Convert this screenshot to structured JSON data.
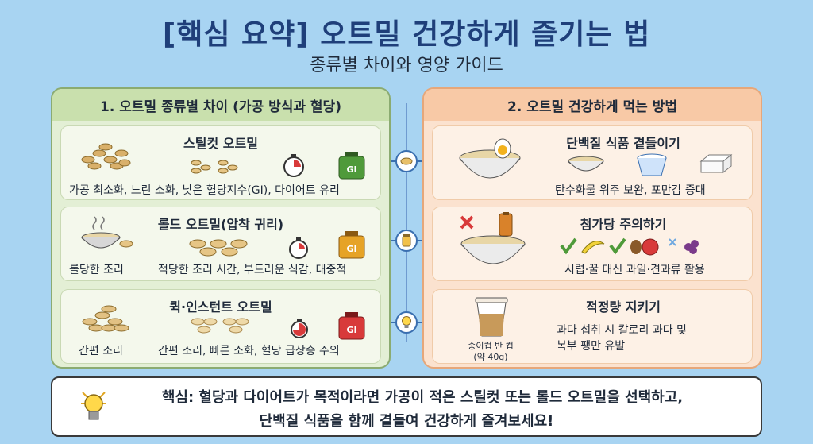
{
  "title": "[핵심 요약] 오트밀 건강하게 즐기는 법",
  "subtitle": "종류별 차이와 영양 가이드",
  "left_panel": {
    "heading": "1. 오트밀 종류별 차이 (가공 방식과 혈당)",
    "cards": [
      {
        "title": "스틸컷 오트밀",
        "desc": "가공 최소화, 느린 소화, 낮은 혈당지수(GI), 다이어트 유리",
        "gi_color": "#4f9a3a"
      },
      {
        "title": "롤드 오트밀(압착 귀리)",
        "desc_left": "롤당한 조리",
        "desc": "적당한 조리 시간, 부드러운 식감, 대중적",
        "gi_color": "#e6a326"
      },
      {
        "title": "퀵·인스턴트 오트밀",
        "desc_left": "간편 조리",
        "desc": "간편 조리, 빠른 소화, 혈당 급상승 주의",
        "gi_color": "#d83a3a"
      }
    ],
    "gi_label": "GI"
  },
  "right_panel": {
    "heading": "2. 오트밀 건강하게 먹는 방법",
    "cards": [
      {
        "title": "단백질 식품 곁들이기",
        "desc": "탄수화물 위주 보완, 포만감 증대"
      },
      {
        "title": "첨가당 주의하기",
        "desc": "시럽·꿀 대신 과일·견과류 활용"
      },
      {
        "title": "적정량 지키기",
        "desc_line1": "과다 섭취 시 칼로리 과다 및",
        "desc_line2": "복부 팽만 유발",
        "cup_line1": "종이컵 반 컵",
        "cup_line2": "(약 40g)"
      }
    ]
  },
  "summary": {
    "line1": "핵심: 혈당과 다이어트가 목적이라면 가공이 적은 스틸컷 또는 롤드 오트밀을 선택하고,",
    "line2": "단백질 식품을 함께 곁들여 건강하게 즐겨보세요!"
  },
  "colors": {
    "background": "#a8d4f2",
    "title": "#1f3f7a",
    "left_panel": "#e3efd5",
    "right_panel": "#fbe2cf"
  }
}
